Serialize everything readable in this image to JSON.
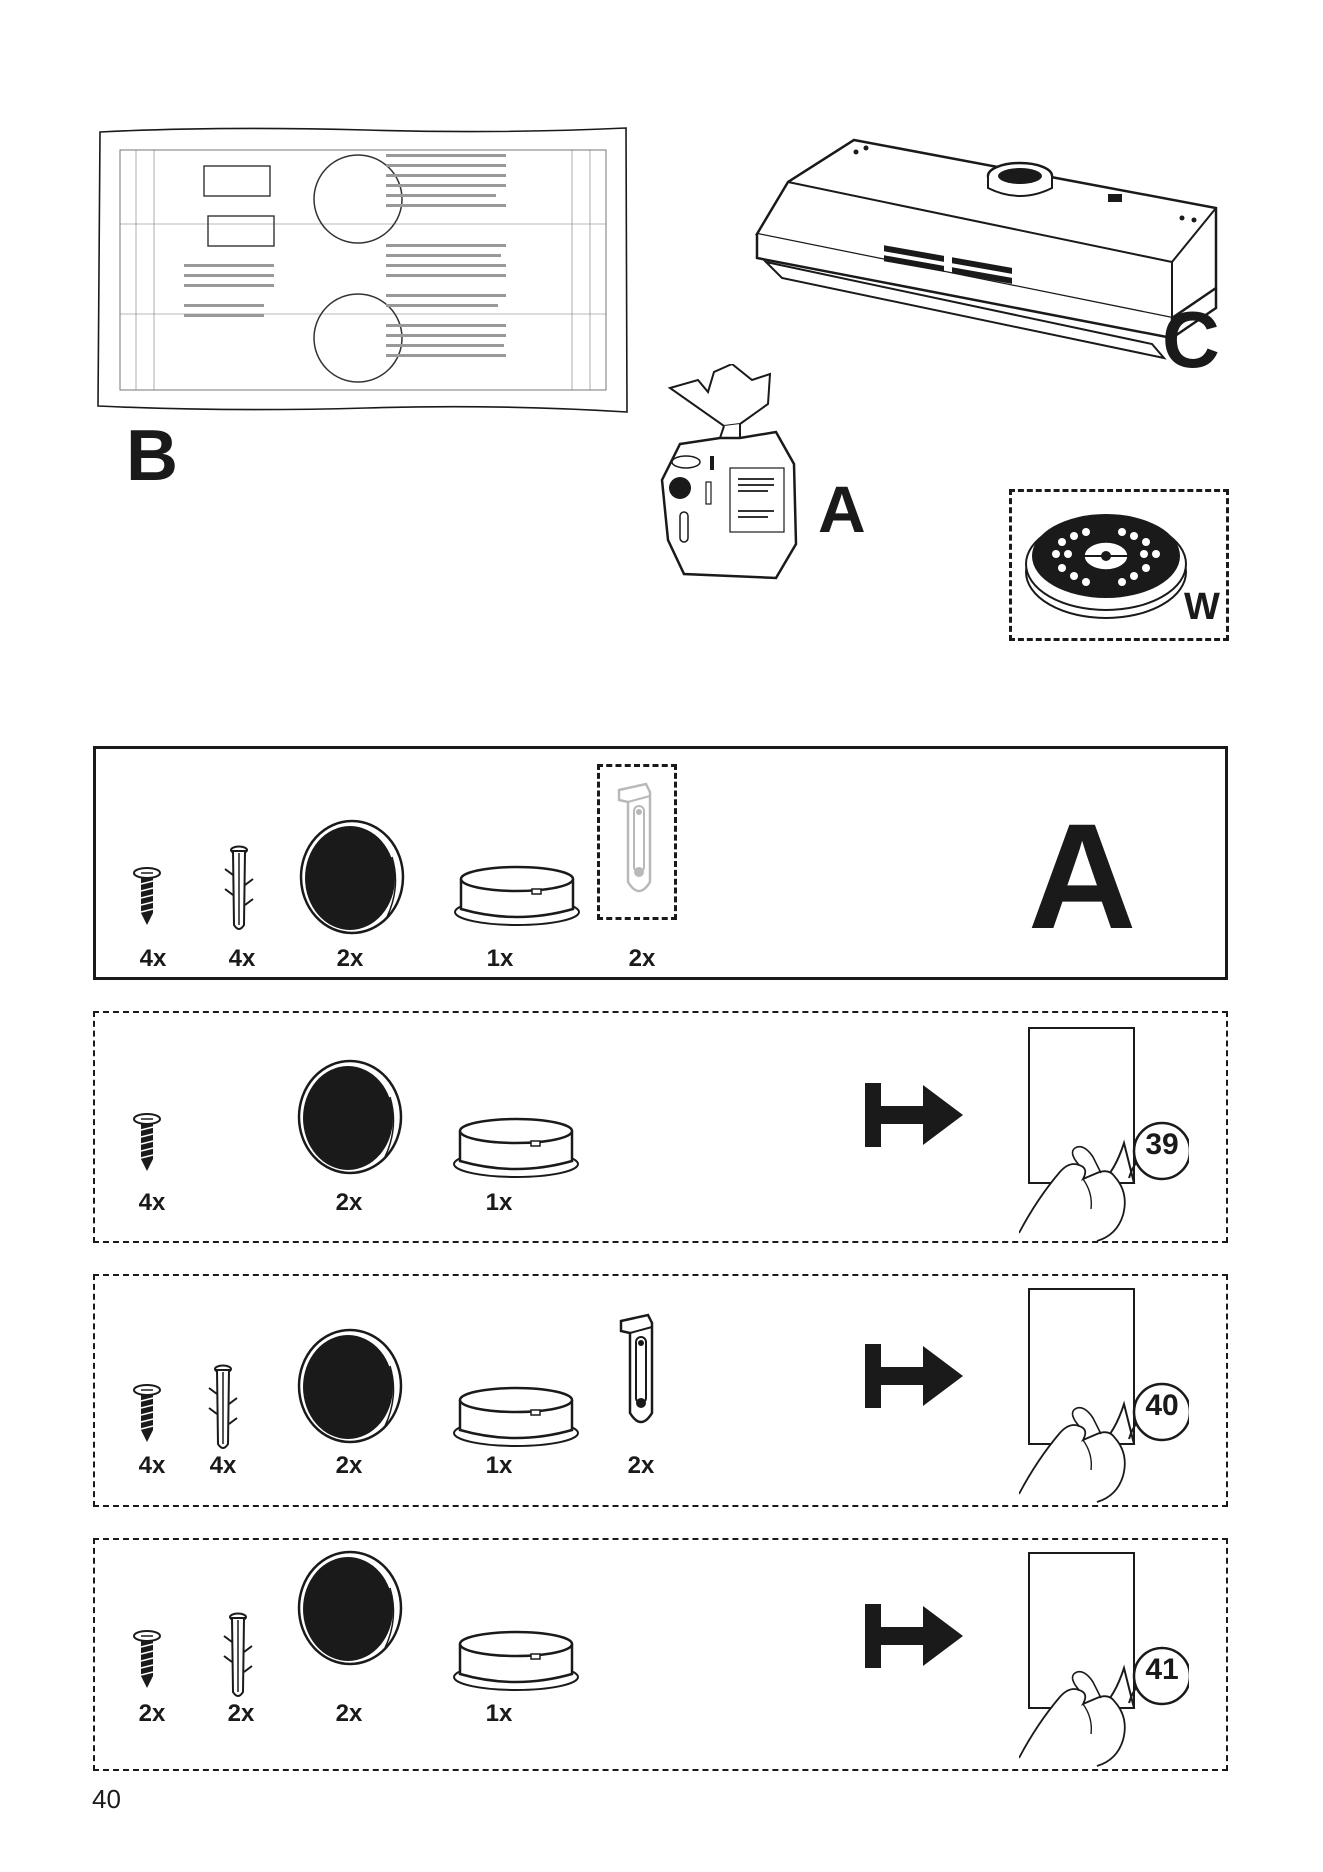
{
  "top": {
    "template_label": "B",
    "hood_label": "C",
    "bag_label": "A",
    "filter_label": "W"
  },
  "parts_panel": {
    "label": "A",
    "items": [
      {
        "icon": "screw-icon",
        "qty": "4x"
      },
      {
        "icon": "wall-plug-icon",
        "qty": "4x"
      },
      {
        "icon": "carbon-filter-icon",
        "qty": "2x"
      },
      {
        "icon": "collar-ring-icon",
        "qty": "1x"
      },
      {
        "icon": "bracket-icon",
        "qty": "2x"
      }
    ]
  },
  "option_1": {
    "quantities": [
      "4x",
      "2x",
      "1x"
    ],
    "page_ref": "39"
  },
  "option_2": {
    "quantities": [
      "4x",
      "4x",
      "2x",
      "1x",
      "2x"
    ],
    "page_ref": "40"
  },
  "option_3": {
    "quantities": [
      "2x",
      "2x",
      "2x",
      "1x"
    ],
    "page_ref": "41"
  },
  "footer": {
    "page_number": "40"
  }
}
